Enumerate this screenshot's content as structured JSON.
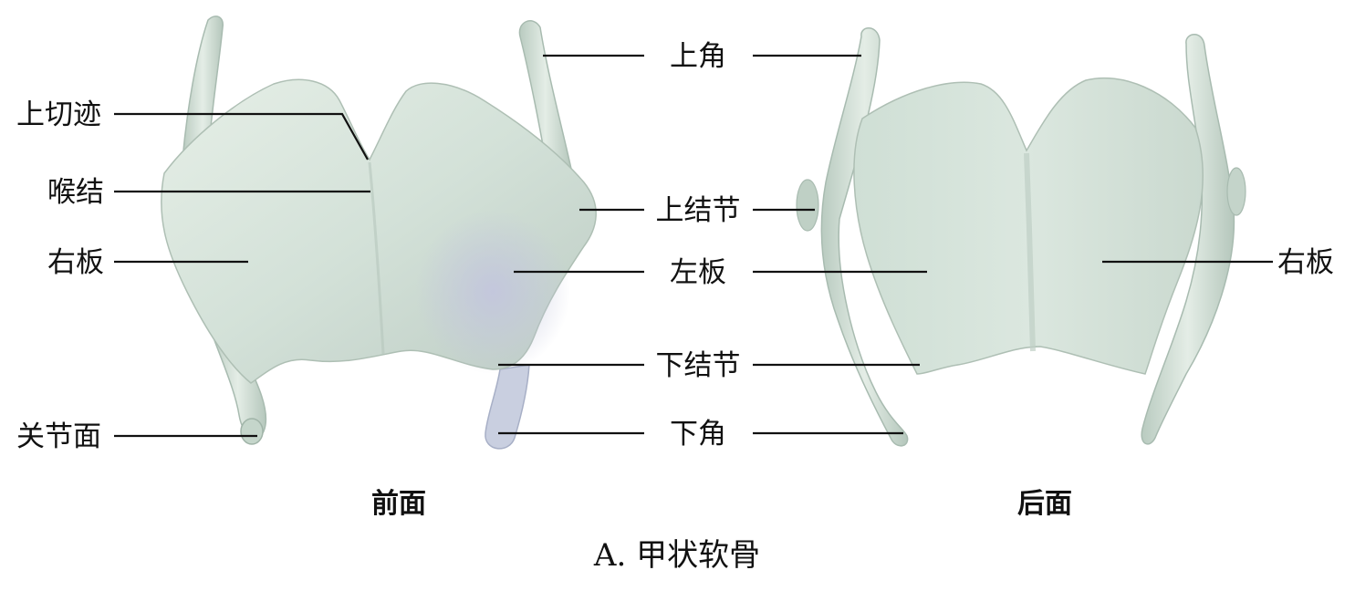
{
  "labels": {
    "upper_horn": "上角",
    "superior_notch": "上切迹",
    "laryngeal_prominence": "喉结",
    "superior_tubercle": "上结节",
    "right_lamina_front": "右板",
    "left_lamina": "左板",
    "inferior_tubercle": "下结节",
    "articular_facet": "关节面",
    "inferior_horn": "下角",
    "right_lamina_back": "右板"
  },
  "views": {
    "front": "前面",
    "back": "后面"
  },
  "caption": "A. 甲状软骨",
  "colors": {
    "cartilage_light": "#dfe9e2",
    "cartilage_mid": "#c9d9cf",
    "cartilage_shadow": "#aabdb2",
    "cartilage_violet": "#c7cbe0",
    "leader": "#111111"
  }
}
